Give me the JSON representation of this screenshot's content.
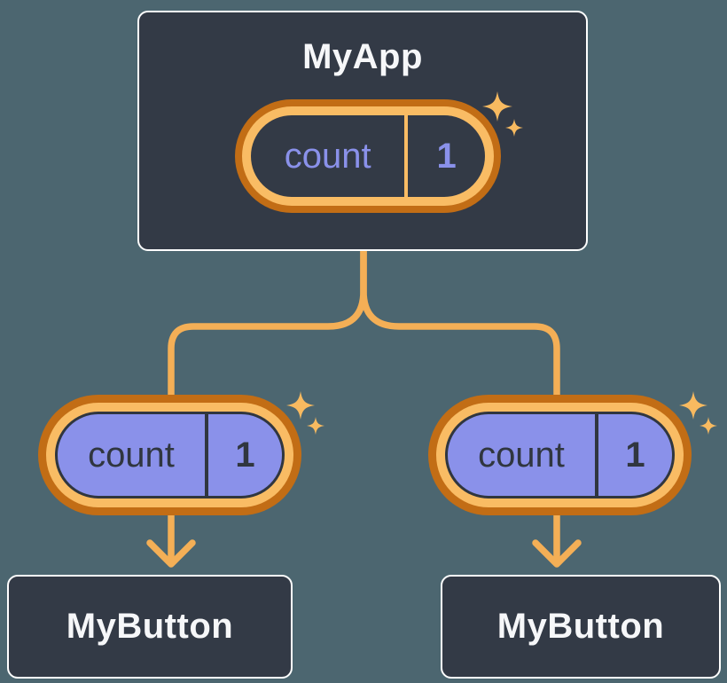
{
  "tree": {
    "root": {
      "title": "MyApp",
      "state": {
        "label": "count",
        "value": "1"
      }
    },
    "children": [
      {
        "title": "MyButton",
        "state": {
          "label": "count",
          "value": "1"
        }
      },
      {
        "title": "MyButton",
        "state": {
          "label": "count",
          "value": "1"
        }
      }
    ]
  },
  "icons": {
    "sparkle": "four-point-sparkle"
  },
  "colors": {
    "background": "#4C6670",
    "panel_fill": "#333A46",
    "panel_border": "#FFFFFF",
    "text_light": "#F6F7F9",
    "text_dark": "#30363F",
    "state_purple": "#8A91EA",
    "ring_orange_dark": "#C26D15",
    "ring_orange_light": "#F9BC64",
    "connector_orange": "#F4AF56",
    "sparkle_orange": "#F8BA60"
  }
}
